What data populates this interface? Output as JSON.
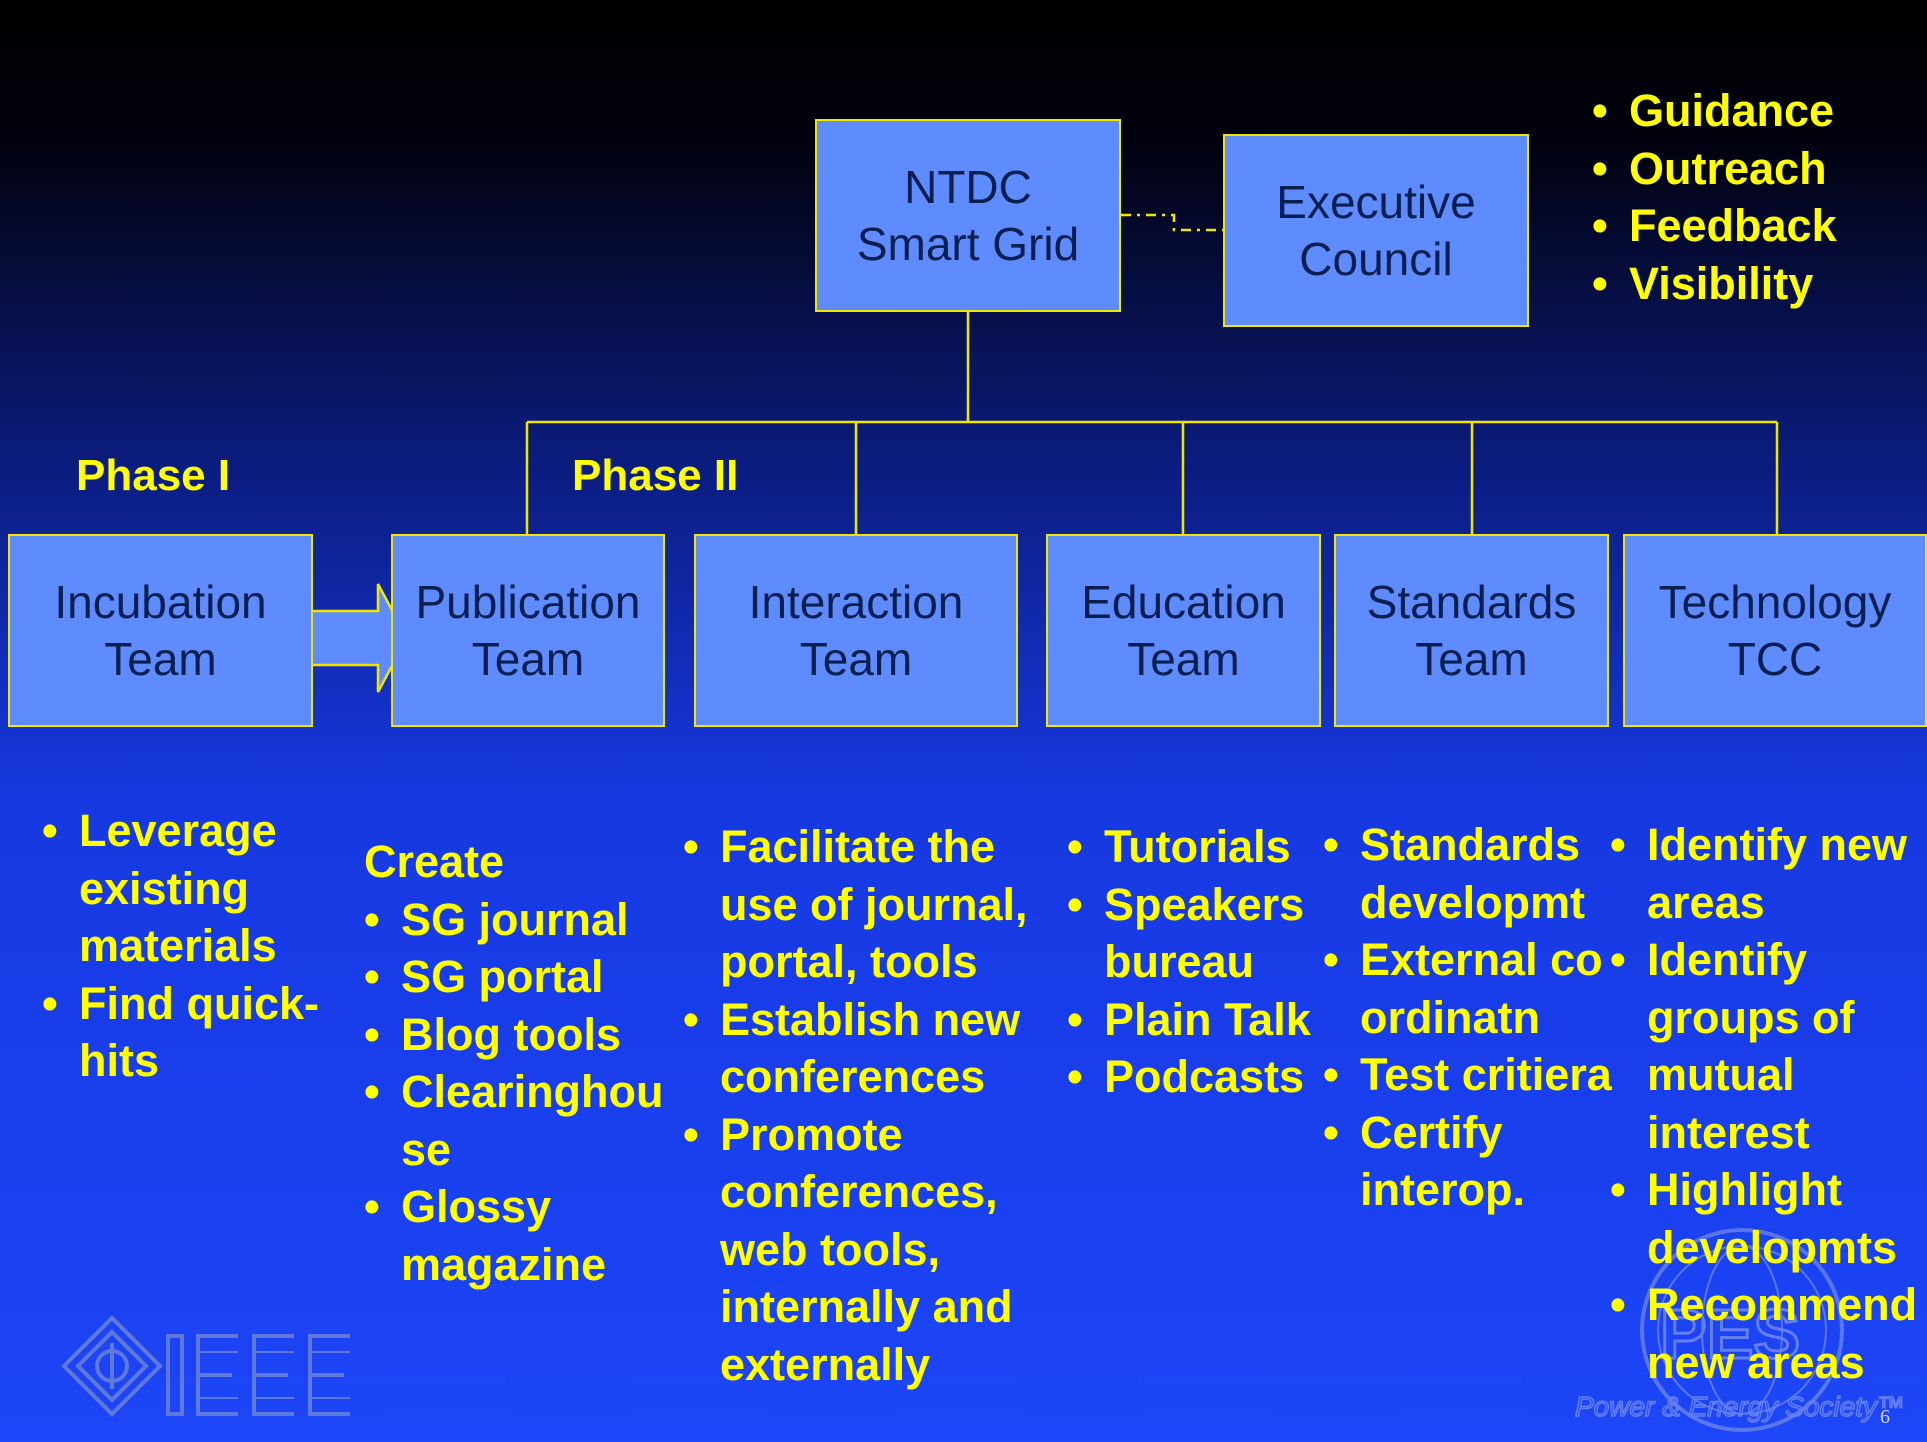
{
  "diagram": {
    "top_box": {
      "line1": "NTDC",
      "line2": "Smart Grid"
    },
    "council_box": {
      "line1": "Executive",
      "line2": "Council"
    },
    "council_roles": [
      "Guidance",
      "Outreach",
      "Feedback",
      "Visibility"
    ],
    "phases": {
      "phase1": "Phase I",
      "phase2": "Phase II"
    },
    "teams": [
      {
        "line1": "Incubation",
        "line2": "Team",
        "intro": "",
        "bullets": [
          "Leverage existing materials",
          "Find quick-hits"
        ]
      },
      {
        "line1": "Publication",
        "line2": "Team",
        "intro": "Create",
        "bullets": [
          "SG journal",
          "SG portal",
          "Blog tools",
          "Clearinghouse",
          "Glossy magazine"
        ]
      },
      {
        "line1": "Interaction",
        "line2": "Team",
        "intro": "",
        "bullets": [
          "Facilitate the use of journal, portal, tools",
          "Establish new conferences",
          "Promote conferences, web tools, internally and externally"
        ]
      },
      {
        "line1": "Education",
        "line2": "Team",
        "intro": "",
        "bullets": [
          "Tutorials",
          "Speakers bureau",
          "Plain Talk",
          "Podcasts"
        ]
      },
      {
        "line1": "Standards",
        "line2": "Team",
        "intro": "",
        "bullets": [
          "Standards developmt",
          "External coordinatn",
          "Test critiera",
          "Certify interop."
        ]
      },
      {
        "line1": "Technology",
        "line2": "TCC",
        "intro": "",
        "bullets": [
          "Identify new areas",
          "Identify groups of mutual interest",
          "Highlight developmts",
          "Recommend new areas"
        ]
      }
    ]
  },
  "logos": {
    "ieee": "IEEE",
    "pes": "PES",
    "pes_tagline": "Power & Energy Society™"
  },
  "page_number": "6",
  "colors": {
    "box_fill": "#5e8cff",
    "box_border": "#f0e600",
    "accent_text": "#ffff00"
  }
}
